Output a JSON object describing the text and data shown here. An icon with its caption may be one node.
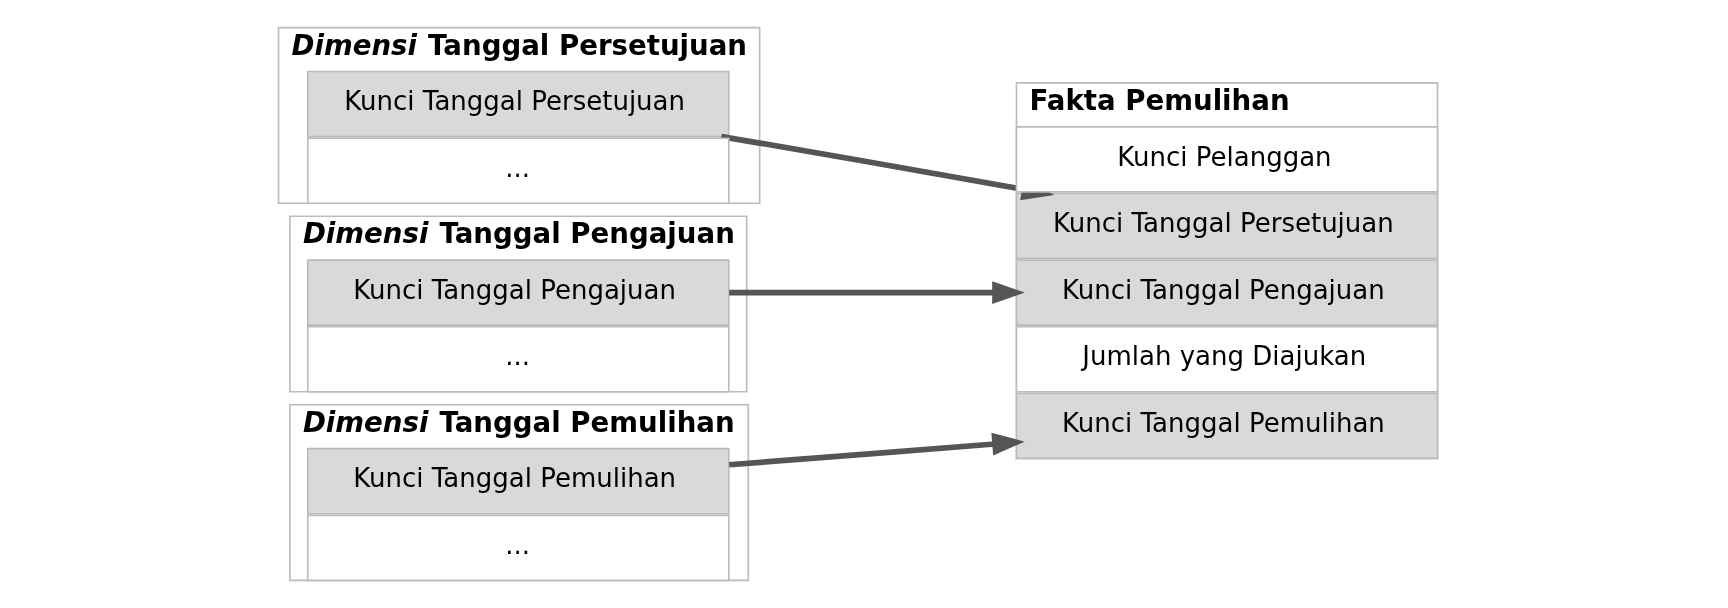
{
  "diagram": {
    "nodes": [
      {
        "text": [
          "*Dimensi* Tanggal Persetujuan"
        ]
      },
      {
        "text": [
          "Kunci Tanggal Persetujuan"
        ],
        "in": 0
      },
      {
        "text": [
          "..."
        ],
        "in": 0
      },
      {
        "text": [
          "*Dimensi* Tanggal Pengajuan"
        ]
      },
      {
        "text": [
          "Kunci Tanggal Pengajuan"
        ],
        "in": 3
      },
      {
        "text": [
          "..."
        ],
        "in": 3
      },
      {
        "text": [
          "*Dimensi* Tanggal Pemulihan"
        ]
      },
      {
        "text": [
          "Kunci Tanggal Pemulihan"
        ],
        "in": 6
      },
      {
        "text": [
          "..."
        ],
        "in": 6
      },
      {
        "text": [
          "Fakta Pemulihan"
        ]
      },
      {
        "text": [
          "Kunci Pelanggan"
        ],
        "in": 9
      },
      {
        "text": [
          "Kunci Tanggal Persetujuan"
        ],
        "in": 9
      },
      {
        "text": [
          "Kunci Tanggal Pengajuan"
        ],
        "in": 9
      },
      {
        "text": [
          "Jumlah yang Diajukan"
        ],
        "in": 9
      },
      {
        "text": [
          "Kunci Tanggal Pemulihan"
        ],
        "in": 9
      }
    ],
    "edges": [
      {
        "from": 1,
        "to": 11,
        "arrow": "to"
      },
      {
        "from": 4,
        "to": 12,
        "arrow": "to"
      },
      {
        "from": 7,
        "to": 14,
        "arrow": "to"
      }
    ]
  }
}
